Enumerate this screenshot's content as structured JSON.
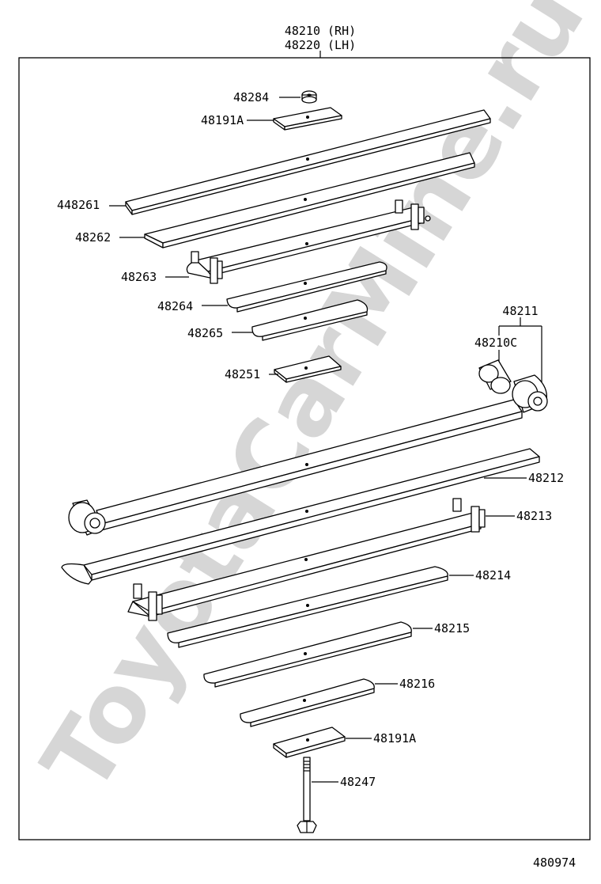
{
  "header": {
    "line1": "48210 (RH)",
    "line2": "48220 (LH)"
  },
  "watermark": "ToyotaCarMine.ru",
  "diagram_id": "480974",
  "parts": {
    "p48284": "48284",
    "p48191a_top": "48191A",
    "p448261": "448261",
    "p48262": "48262",
    "p48263": "48263",
    "p48264": "48264",
    "p48265": "48265",
    "p48251": "48251",
    "p48211": "48211",
    "p48210c": "48210C",
    "p48212": "48212",
    "p48213": "48213",
    "p48214": "48214",
    "p48215": "48215",
    "p48216": "48216",
    "p48191a_bottom": "48191A",
    "p48247": "48247"
  }
}
